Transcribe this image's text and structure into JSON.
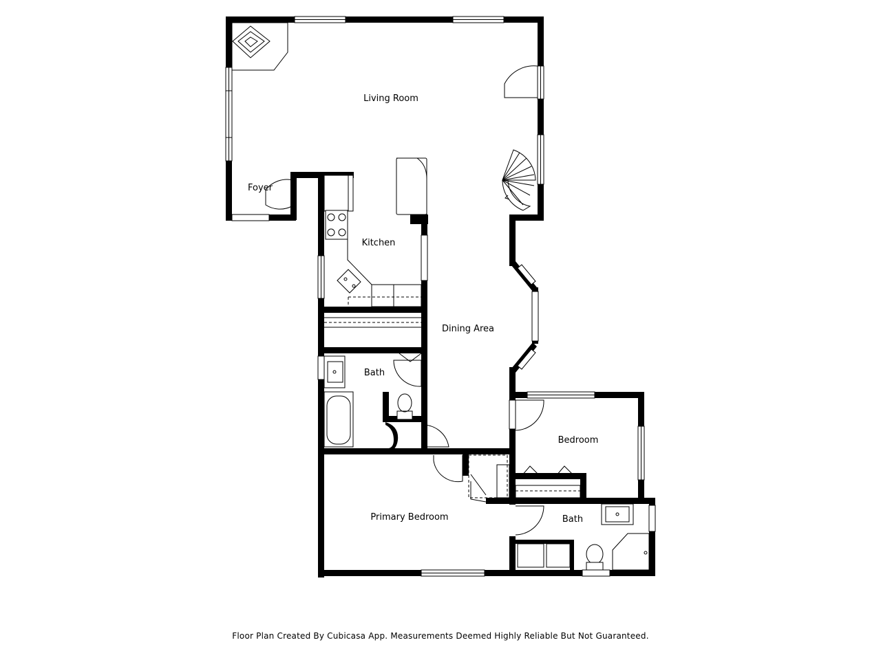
{
  "rooms": {
    "living_room": "Living Room",
    "foyer": "Foyer",
    "kitchen": "Kitchen",
    "dining_area": "Dining Area",
    "bath_upper": "Bath",
    "bedroom": "Bedroom",
    "primary_bedroom": "Primary Bedroom",
    "bath_lower": "Bath"
  },
  "footer": {
    "disclaimer": "Floor Plan Created By Cubicasa App. Measurements Deemed Highly Reliable But Not Guaranteed."
  }
}
